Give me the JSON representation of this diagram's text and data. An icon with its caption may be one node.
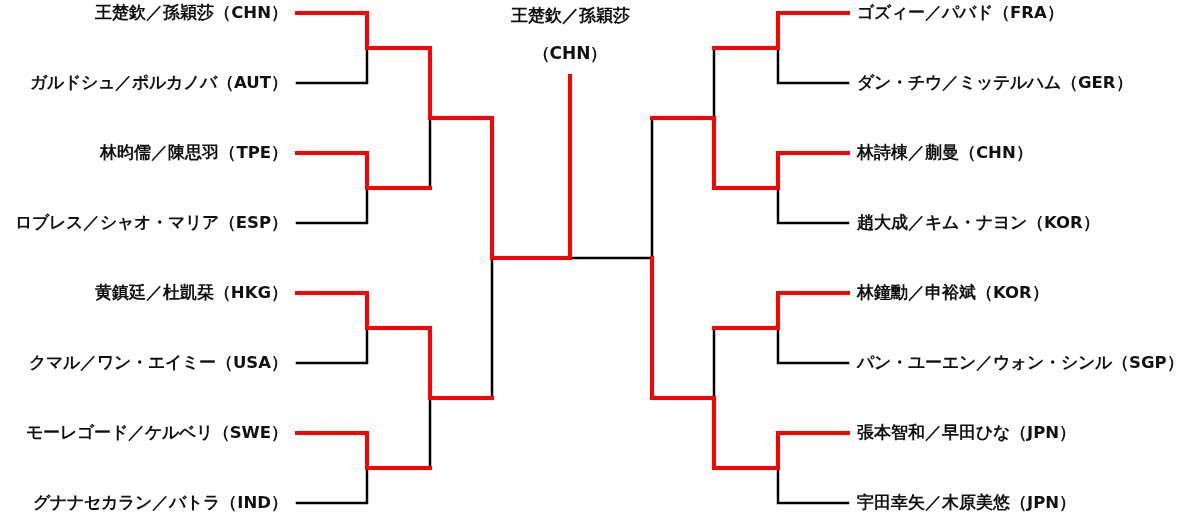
{
  "diagram": {
    "nodes": [
      {
        "text": [
          "王楚欽／孫穎莎（CHN）"
        ]
      },
      {
        "text": [
          "ガルドシュ／ポルカノバ（AUT）"
        ]
      },
      {
        "text": [
          "林昀儒／陳思羽（TPE）"
        ]
      },
      {
        "text": [
          "ロブレス／シャオ・マリア（ESP）"
        ]
      },
      {
        "text": [
          "黄鎮廷／杜凱栞（HKG）"
        ]
      },
      {
        "text": [
          "クマル／ワン・エイミー（USA）"
        ]
      },
      {
        "text": [
          "モーレゴード／ケルベリ（SWE）"
        ]
      },
      {
        "text": [
          "グナナセカラン／バトラ（IND）"
        ]
      },
      {
        "text": [
          "王楚欽／孫穎莎（CHN）"
        ]
      },
      {
        "text": [
          "ゴズィー／パバド（FRA）"
        ]
      },
      {
        "text": [
          "ダン・チウ／ミッテルハム（GER）"
        ]
      },
      {
        "text": [
          "林詩棟／蒯曼（CHN）"
        ]
      },
      {
        "text": [
          "趙大成／キム・ナヨン（KOR）"
        ]
      },
      {
        "text": [
          "林鐘勳／申裕斌（KOR）"
        ]
      },
      {
        "text": [
          "パン・ユーエン／ウォン・シンル（SGP）"
        ]
      },
      {
        "text": [
          "張本智和／早田ひな（JPN）"
        ]
      },
      {
        "text": [
          "宇田幸矢／木原美悠（JPN）"
        ]
      }
    ],
    "edges": [
      {
        "from": 0,
        "to": 8,
        "arrow": "none",
        "color": "#ff0000"
      },
      {
        "from": 1,
        "to": 8,
        "arrow": "none",
        "color": "#ff0000"
      },
      {
        "from": 2,
        "to": 8,
        "arrow": "none",
        "color": "#ff0000"
      },
      {
        "from": 3,
        "to": 8,
        "arrow": "none",
        "color": "#ff0000"
      },
      {
        "from": 4,
        "to": 8,
        "arrow": "none",
        "color": "#ff0000"
      },
      {
        "from": 5,
        "to": 8,
        "arrow": "none",
        "color": "#ff0000"
      },
      {
        "from": 6,
        "to": 8,
        "arrow": "none",
        "color": "#ff0000"
      },
      {
        "from": 7,
        "to": 8,
        "arrow": "none",
        "color": "#ff0000"
      },
      {
        "from": 9,
        "to": 8,
        "arrow": "none",
        "color": "#ff0000"
      },
      {
        "from": 10,
        "to": 8,
        "arrow": "none",
        "color": "#ff0000"
      },
      {
        "from": 11,
        "to": 8,
        "arrow": "none",
        "color": "#ff0000"
      },
      {
        "from": 12,
        "to": 8,
        "arrow": "none",
        "color": "#ff0000"
      },
      {
        "from": 13,
        "to": 8,
        "arrow": "none",
        "color": "#ff0000"
      },
      {
        "from": 14,
        "to": 8,
        "arrow": "none",
        "color": "#ff0000"
      },
      {
        "from": 15,
        "to": 8,
        "arrow": "none",
        "color": "#ff0000"
      },
      {
        "from": 16,
        "to": 8,
        "arrow": "none",
        "color": "#ff0000"
      }
    ]
  }
}
